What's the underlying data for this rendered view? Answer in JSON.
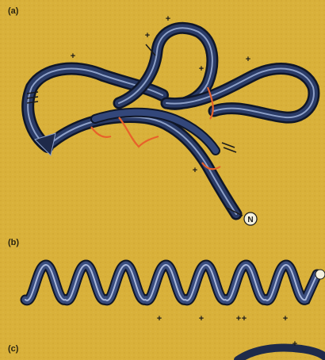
{
  "panels": {
    "a": {
      "label": "(a)",
      "terminus_label": "N"
    },
    "b": {
      "label": "(b)"
    },
    "c": {
      "label": "(c)"
    }
  },
  "charge_symbol": "+",
  "colors": {
    "background": "#d9b13a",
    "ribbon": "#1e2a4a",
    "ribbon_highlight": "#8da0c8",
    "disulfide": "#e8612a",
    "terminus_fill": "#f4f1dd"
  }
}
